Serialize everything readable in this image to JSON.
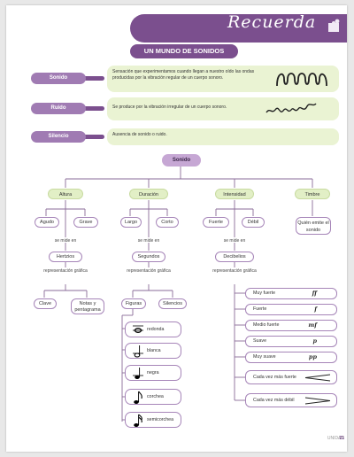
{
  "banner": {
    "title": "Recuerda"
  },
  "main_title": "UN MUNDO DE SONIDOS",
  "definitions": [
    {
      "term": "Sonido",
      "text": "Sensación que experimentamos cuando llegan a nuestro oído las ondas producidas por la vibración regular de un cuerpo sonoro."
    },
    {
      "term": "Ruido",
      "text": "Se produce por la vibración irregular de un cuerpo sonoro."
    },
    {
      "term": "Silencio",
      "text": "Ausencia de sonido o ruido."
    }
  ],
  "tree": {
    "root": "Sonido",
    "qualities": [
      "Altura",
      "Duración",
      "Intensidad",
      "Timbre"
    ],
    "altura": {
      "values": [
        "Agudo",
        "Grave"
      ],
      "measured_in": "se mide en",
      "unit": "Hertzios",
      "representation": "representación gráfica",
      "reps": [
        "Clave",
        "Notas y pentagrama"
      ]
    },
    "duracion": {
      "values": [
        "Largo",
        "Corto"
      ],
      "measured_in": "se mide en",
      "unit": "Segundos",
      "representation": "representación gráfica",
      "reps": [
        "Figuras",
        "Silencios"
      ]
    },
    "intensidad": {
      "values": [
        "Fuerte",
        "Débil"
      ],
      "measured_in": "se mide en",
      "unit": "Decibelios",
      "representation": "representación gráfica"
    },
    "timbre": {
      "value": "Quién emite el sonido"
    }
  },
  "figures": [
    "redonda",
    "blanca",
    "negra",
    "corchea",
    "semicorchea"
  ],
  "dynamics": [
    {
      "label": "Muy fuerte",
      "symbol": "ff"
    },
    {
      "label": "Fuerte",
      "symbol": "f"
    },
    {
      "label": "Medio fuerte",
      "symbol": "mf"
    },
    {
      "label": "Suave",
      "symbol": "p"
    },
    {
      "label": "Muy suave",
      "symbol": "pp"
    },
    {
      "label": "Cada vez más fuerte",
      "symbol": ""
    },
    {
      "label": "Cada vez más débil",
      "symbol": ""
    }
  ],
  "footer": {
    "unit": "UNIDAD",
    "page": "21"
  },
  "colors": {
    "purple": "#7b4f8e",
    "lilac": "#c6a7d4",
    "green": "#eaf3d3"
  }
}
